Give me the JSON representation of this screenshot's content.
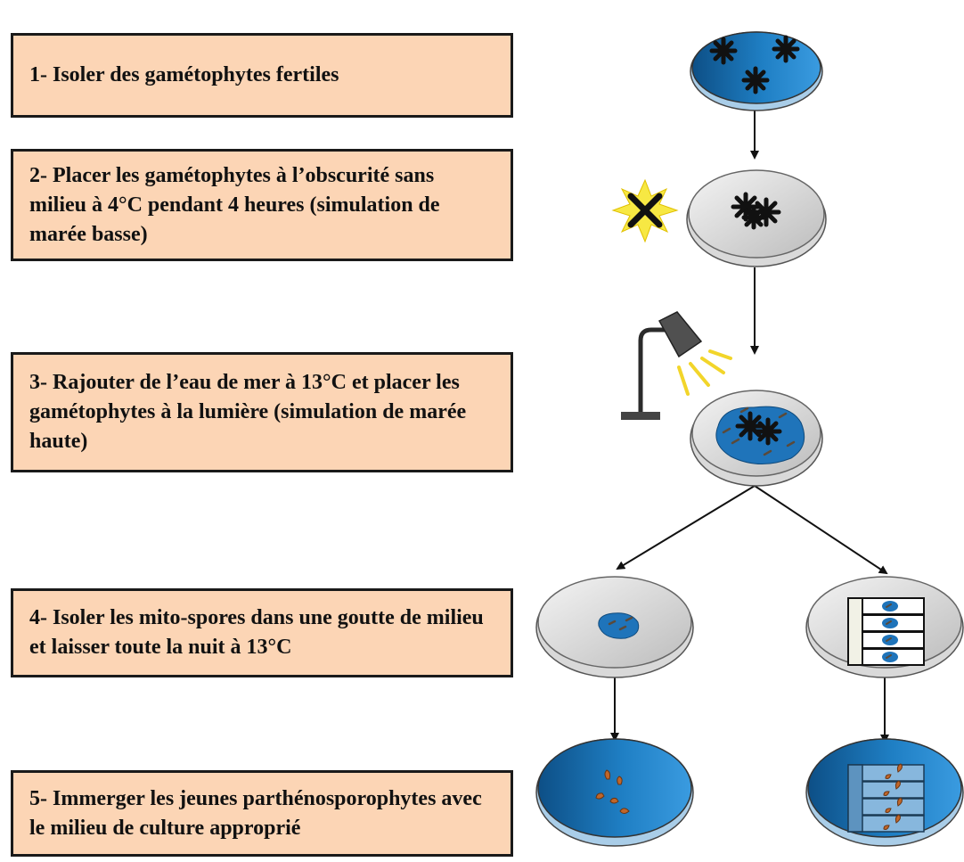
{
  "steps": [
    {
      "label": "1- Isoler des gamétophytes fertiles"
    },
    {
      "label": "2- Placer les gamétophytes à l’obscurité sans milieu à 4°C pendant 4 heures (simulation de marée basse)"
    },
    {
      "label": "3- Rajouter de l’eau de mer à 13°C et placer les gamétophytes à la lumière (simulation de marée haute)"
    },
    {
      "label": "4- Isoler les mito-spores dans une goutte de milieu et laisser toute la nuit à 13°C"
    },
    {
      "label": "5- Immerger les jeunes parthénosporophytes avec le milieu de culture approprié"
    }
  ],
  "icons": {
    "dish_1": "petri-dish-with-gametophytes-icon",
    "dish_2": "dry-petri-dish-icon",
    "dark_symbol": "crossed-out-light-icon",
    "lamp": "lamp-icon",
    "dish_3": "petri-dish-with-seawater-icon",
    "dish_4_left": "petri-dish-with-drop-icon",
    "dish_4_right": "petri-dish-with-wells-icon",
    "dish_5_left": "petri-dish-with-sporophytes-icon",
    "dish_5_right": "petri-dish-with-wells-sporophytes-icon"
  },
  "colors": {
    "box_fill": "#fcd5b5",
    "box_border": "#1a1a1a",
    "medium_blue": "#1a6fb0",
    "dish_grey": "#e6e6e6",
    "light_yellow": "#f7e843",
    "sporophyte_orange": "#c0662a"
  }
}
